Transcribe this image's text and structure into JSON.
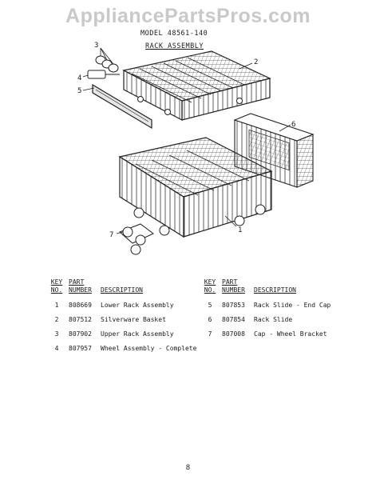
{
  "watermark": "AppliancePartsPros.com",
  "model": "MODEL 48561-140",
  "section_title": "RACK ASSEMBLY",
  "callouts": [
    "1",
    "2",
    "3",
    "4",
    "5",
    "6",
    "7"
  ],
  "table": {
    "headers": {
      "key_top": "KEY",
      "key_bottom": "NO.",
      "part_top": "PART",
      "part_bottom": "NUMBER",
      "description": "DESCRIPTION"
    },
    "rows": [
      {
        "left": {
          "key": "1",
          "part": "808669",
          "desc": "Lower Rack Assembly"
        },
        "right": {
          "key": "5",
          "part": "807853",
          "desc": "Rack Slide - End Cap"
        }
      },
      {
        "left": {
          "key": "2",
          "part": "807512",
          "desc": "Silverware Basket"
        },
        "right": {
          "key": "6",
          "part": "807854",
          "desc": "Rack Slide"
        }
      },
      {
        "left": {
          "key": "3",
          "part": "807902",
          "desc": "Upper Rack Assembly"
        },
        "right": {
          "key": "7",
          "part": "807008",
          "desc": "Cap - Wheel Bracket"
        }
      },
      {
        "left": {
          "key": "4",
          "part": "807957",
          "desc": "Wheel Assembly - Complete"
        },
        "right": {
          "key": "",
          "part": "",
          "desc": ""
        }
      }
    ]
  },
  "page_number": "8"
}
